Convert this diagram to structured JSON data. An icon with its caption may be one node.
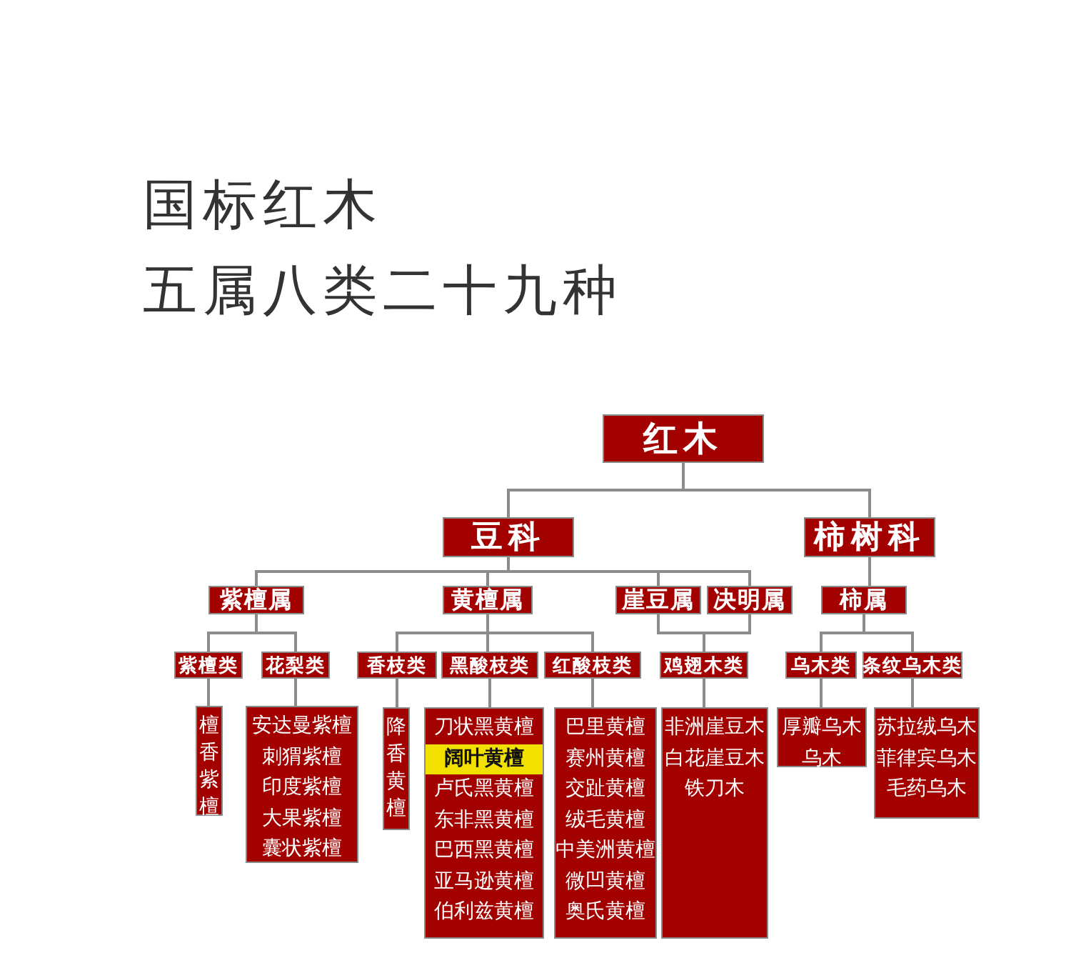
{
  "diagram": {
    "title": "国标红木",
    "nodes": [
      {
        "text": [
          "红木"
        ]
      },
      {
        "text": [
          "豆科"
        ]
      },
      {
        "text": [
          "柿树科"
        ]
      },
      {
        "text": [
          "紫檀属"
        ]
      },
      {
        "text": [
          "黄檀属"
        ]
      },
      {
        "text": [
          "崖豆属"
        ]
      },
      {
        "text": [
          "决明属"
        ]
      },
      {
        "text": [
          "柿属"
        ]
      },
      {
        "text": [
          "紫檀类"
        ]
      },
      {
        "text": [
          "花梨类"
        ]
      },
      {
        "text": [
          "香枝类"
        ]
      },
      {
        "text": [
          "黑酸枝类"
        ]
      },
      {
        "text": [
          "红酸枝类"
        ]
      },
      {
        "text": [
          "鸡翅木类"
        ]
      },
      {
        "text": [
          "乌木类"
        ]
      },
      {
        "text": [
          "条纹乌木类"
        ]
      },
      {
        "text": [
          "檀香紫檀"
        ]
      },
      {
        "text": [
          "安达曼紫檀",
          "刺猬紫檀",
          "印度紫檀",
          "大果紫檀",
          "囊状紫檀"
        ]
      },
      {
        "text": [
          "降香黄檀"
        ]
      },
      {
        "text": [
          "刀状黑黄檀",
          "阔叶黄檀",
          "卢氏黑黄檀",
          "东非黑黄檀",
          "巴西黑黄檀",
          "亚马逊黄檀",
          "伯利兹黄檀"
        ]
      },
      {
        "text": [
          "巴里黄檀",
          "赛州黄檀",
          "交趾黄檀",
          "绒毛黄檀",
          "中美洲黄檀",
          "微凹黄檀",
          "奥氏黄檀"
        ]
      },
      {
        "text": [
          "非洲崖豆木",
          "白花崖豆木",
          "铁刀木"
        ]
      },
      {
        "text": [
          "厚瓣乌木",
          "乌木"
        ]
      },
      {
        "text": [
          "苏拉绒乌木",
          "菲律宾乌木",
          "毛药乌木"
        ]
      }
    ],
    "edges": [
      {
        "from": 0,
        "to": 1,
        "arrow": "none"
      },
      {
        "from": 0,
        "to": 2,
        "arrow": "none"
      },
      {
        "from": 1,
        "to": 3,
        "arrow": "none"
      },
      {
        "from": 1,
        "to": 4,
        "arrow": "none"
      },
      {
        "from": 1,
        "to": 5,
        "arrow": "none"
      },
      {
        "from": 1,
        "to": 6,
        "arrow": "none"
      },
      {
        "from": 2,
        "to": 7,
        "arrow": "none"
      },
      {
        "from": 3,
        "to": 8,
        "arrow": "none"
      },
      {
        "from": 3,
        "to": 9,
        "arrow": "none"
      },
      {
        "from": 4,
        "to": 10,
        "arrow": "none"
      },
      {
        "from": 4,
        "to": 11,
        "arrow": "none"
      },
      {
        "from": 4,
        "to": 12,
        "arrow": "none"
      },
      {
        "from": 5,
        "to": 13,
        "arrow": "none"
      },
      {
        "from": 6,
        "to": 13,
        "arrow": "none"
      },
      {
        "from": 7,
        "to": 14,
        "arrow": "none"
      },
      {
        "from": 7,
        "to": 15,
        "arrow": "none"
      },
      {
        "from": 8,
        "to": 16,
        "arrow": "none"
      },
      {
        "from": 9,
        "to": 17,
        "arrow": "none"
      },
      {
        "from": 10,
        "to": 18,
        "arrow": "none"
      },
      {
        "from": 11,
        "to": 19,
        "arrow": "none"
      },
      {
        "from": 12,
        "to": 20,
        "arrow": "none"
      },
      {
        "from": 13,
        "to": 21,
        "arrow": "none"
      },
      {
        "from": 14,
        "to": 22,
        "arrow": "none"
      },
      {
        "from": 15,
        "to": 23,
        "arrow": "none"
      }
    ],
    "labels": [
      "五属八类二十九种"
    ]
  }
}
